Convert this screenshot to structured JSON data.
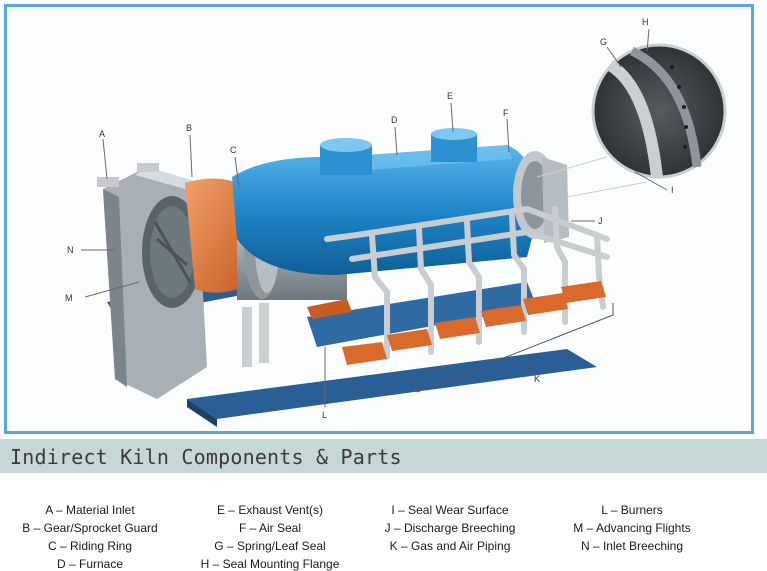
{
  "diagram": {
    "callouts": [
      "A",
      "B",
      "C",
      "D",
      "E",
      "F",
      "G",
      "H",
      "I",
      "J",
      "K",
      "L",
      "M",
      "N"
    ]
  },
  "caption": "Indirect Kiln Components & Parts",
  "legend": [
    [
      "A – Material Inlet",
      "B – Gear/Sprocket Guard",
      "C – Riding Ring",
      "D – Furnace"
    ],
    [
      "E – Exhaust Vent(s)",
      "F – Air Seal",
      "G – Spring/Leaf Seal",
      "H – Seal Mounting Flange"
    ],
    [
      "I – Seal Wear Surface",
      "J – Discharge Breeching",
      "K – Gas and Air Piping"
    ],
    [
      "L – Burners",
      "M – Advancing Flights",
      "N – Inlet Breeching"
    ]
  ],
  "colors": {
    "frame_border": "#5aa7e0",
    "caption_bar": "#c7d7d8",
    "furnace_blue": "#1f86c8",
    "orange": "#e07a3a",
    "steel": "#9aa3aa",
    "base_blue": "#2a5f95"
  }
}
